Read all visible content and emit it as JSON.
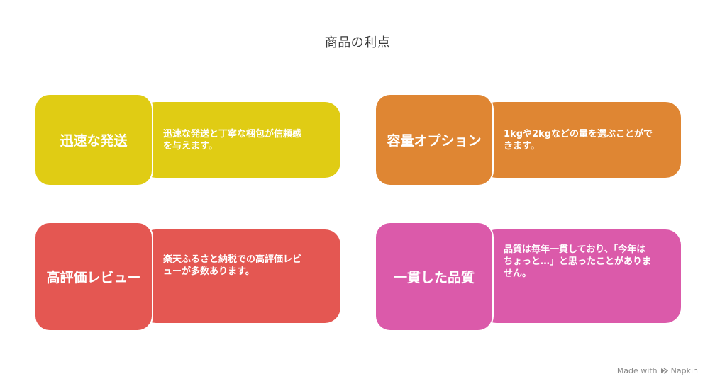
{
  "title": "商品の利点",
  "cards": [
    {
      "heading": "迅速な発送",
      "description": "迅速な発送と丁寧な梱包が信頼感\nを与えます。",
      "color": "#E0CC14"
    },
    {
      "heading": "容量オプション",
      "description": "1kgや2kgなどの量を選ぶことがで\nきます。",
      "color": "#DF8633"
    },
    {
      "heading": "高評価レビュー",
      "description": "楽天ふるさと納税での高評価レビ\nューが多数あります。",
      "color": "#E45752"
    },
    {
      "heading": "一貫した品質",
      "description": "品質は毎年一貫しており、「今年は\nちょっと…」と思ったことがありま\nせん。",
      "color": "#DB5AAA"
    }
  ],
  "footer": {
    "made_with": "Made with",
    "brand": "Napkin",
    "icon": "napkin-logo-icon"
  }
}
